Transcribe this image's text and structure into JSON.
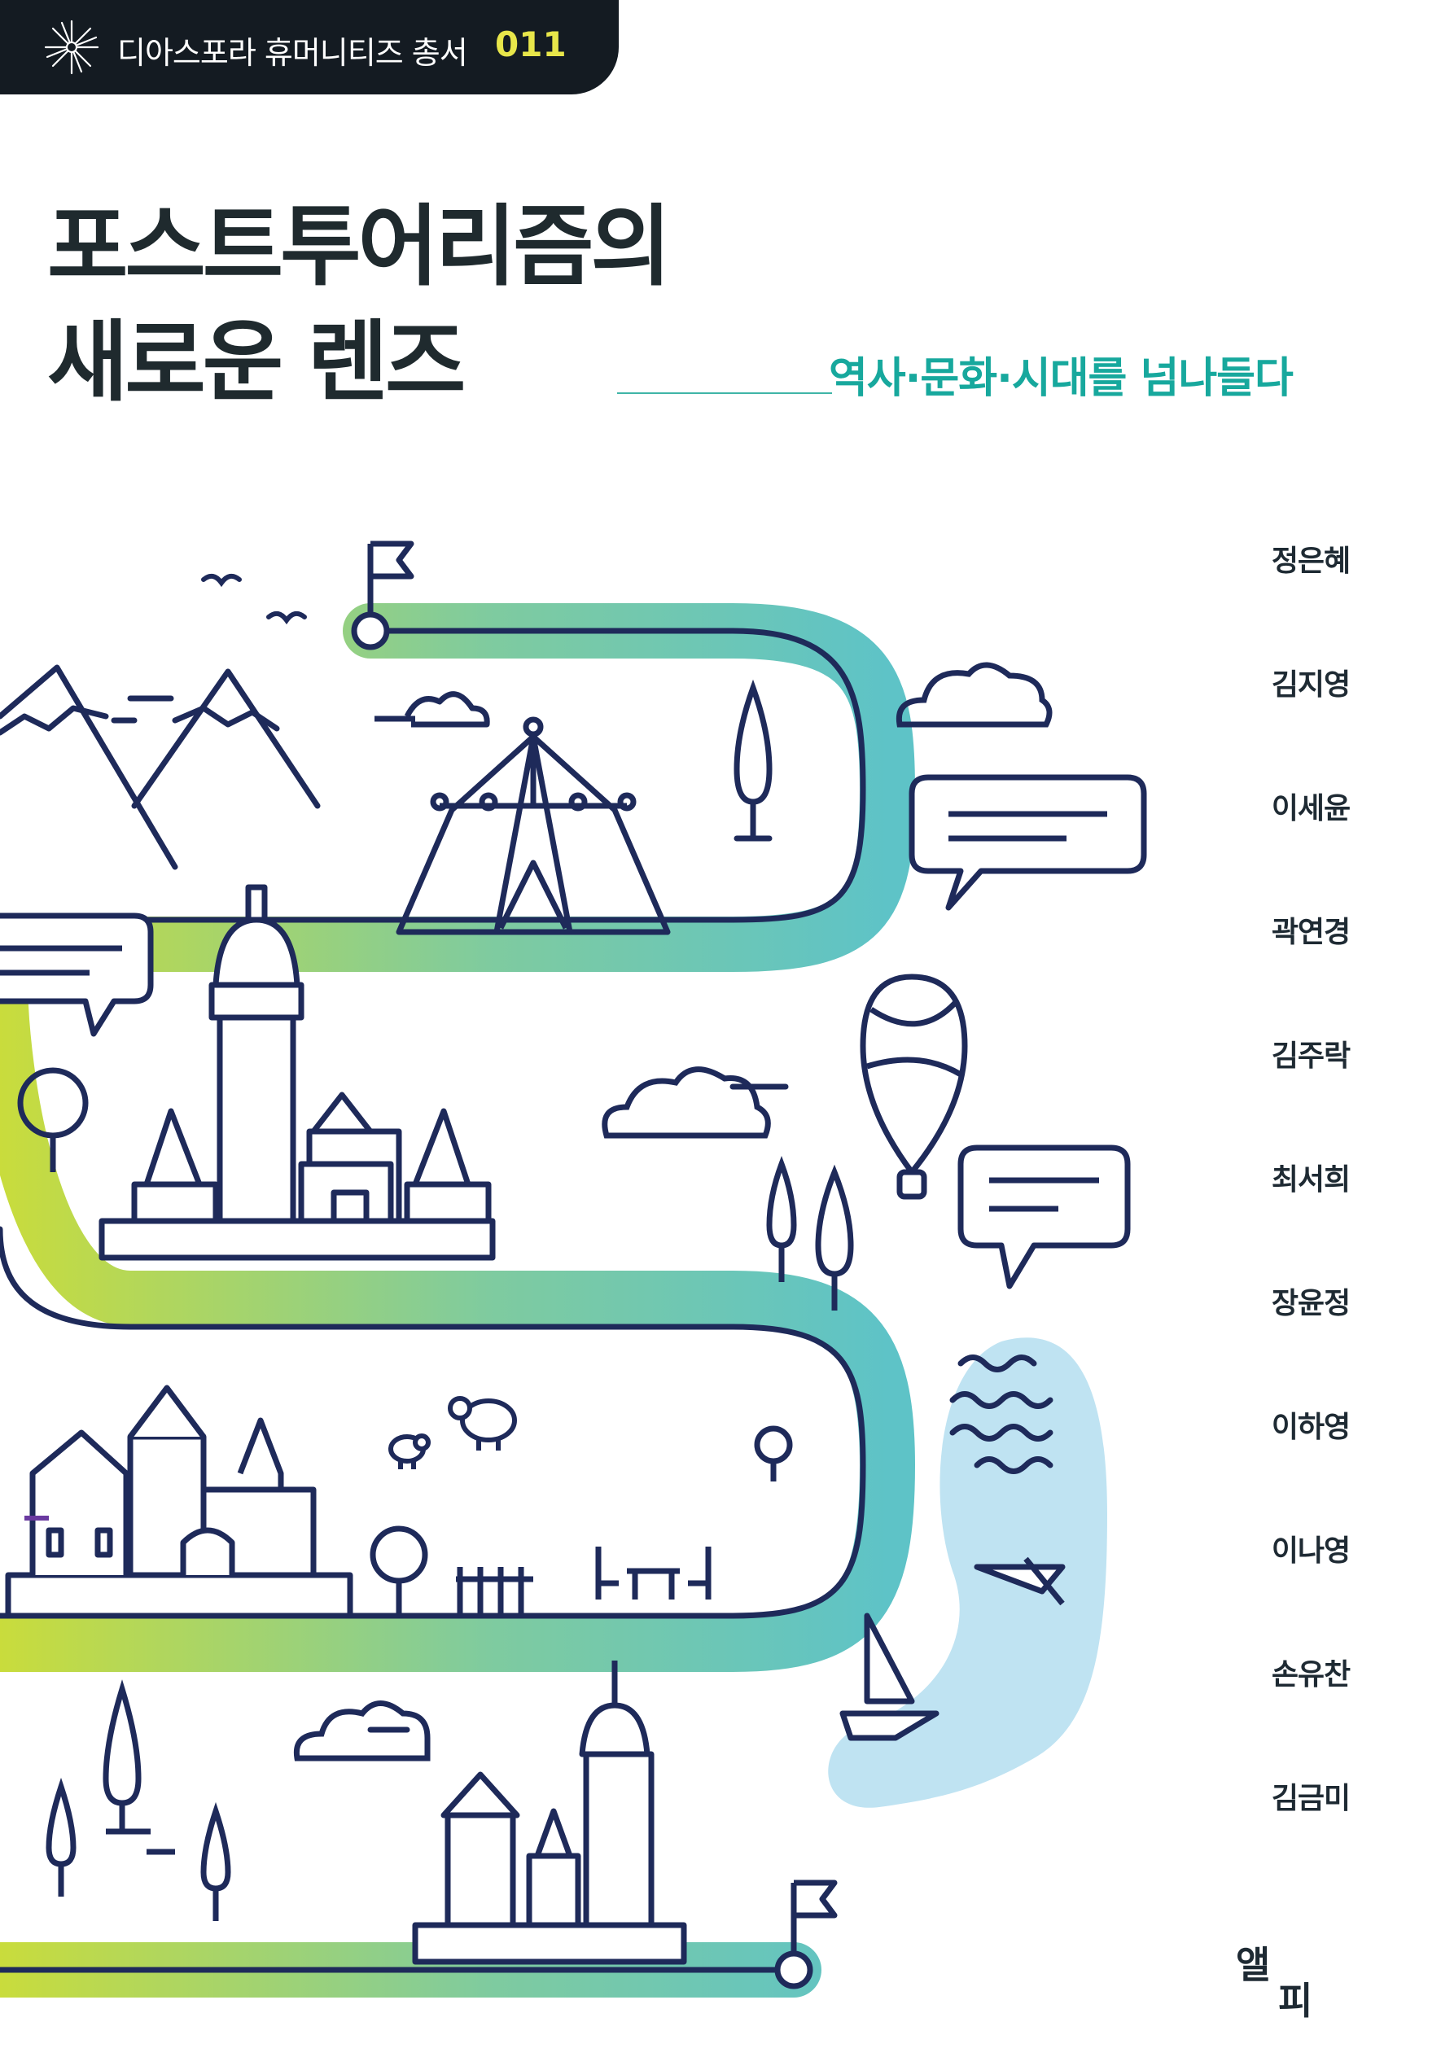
{
  "series": {
    "label": "디아스포라 휴머니티즈 총서",
    "number": "011",
    "icon": "firework-icon"
  },
  "title": {
    "line1": "포스트투어리즘의",
    "line2": "새로운 렌즈"
  },
  "subtitle": "역사·문화·시대를 넘나들다",
  "authors": [
    "정은혜",
    "김지영",
    "이세윤",
    "곽연경",
    "김주락",
    "최서희",
    "장윤정",
    "이하영",
    "이나영",
    "손유찬",
    "김금미"
  ],
  "publisher": {
    "name": "앨피",
    "logo_top": "앨",
    "logo_bottom": "피"
  },
  "colors": {
    "tab_background": "#141b22",
    "series_number": "#e8e64a",
    "title": "#1f2a2e",
    "subtitle": "#17a89d",
    "road_start": "#c9dc3c",
    "road_end": "#5ec3c7",
    "line_art": "#1e2a5a",
    "lake": "#bfe3f2"
  }
}
